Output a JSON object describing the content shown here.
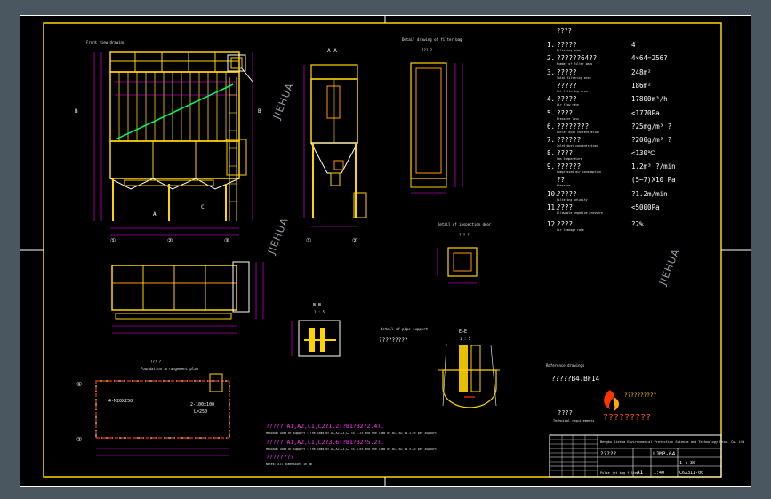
{
  "watermark": "JIEHUA",
  "views": {
    "front_title": "Front view drawing",
    "section_aa": "A—A",
    "detail_top_title": "Detail drawing of filter bag",
    "detail_top_sub": "??? ?",
    "detail_mid_title": "Detail of inspection door",
    "detail_mid_sub": "??? ?",
    "plan_title": "??? ?",
    "plan_sub": "Foundation arrangement plan",
    "section_bb": "B—B",
    "section_bb_sub": "1 : 5",
    "section_ee": "E—E",
    "section_ee_sub": "1 : 5",
    "pipe_label": "?????????",
    "pipe_note": "detail of pipe support",
    "axis_marks": [
      "①",
      "②",
      "③"
    ],
    "section_letters": [
      "B",
      "B",
      "C",
      "A"
    ],
    "foundation_labels": [
      "4-M20X250",
      "2-100x100",
      "L=250"
    ]
  },
  "specs": {
    "heading": "????",
    "items": [
      {
        "num": "1.",
        "name": "?????",
        "sub": "Filtering area",
        "value": "4"
      },
      {
        "num": "2.",
        "name": "??????64??",
        "sub": "Number of filter bags",
        "value": "4×64=256?"
      },
      {
        "num": "3.",
        "name": "?????",
        "sub": "Total filtering area",
        "value": "248m²"
      },
      {
        "num": "",
        "name": "?????",
        "sub": "Net filtering area",
        "value": "186m²"
      },
      {
        "num": "4.",
        "name": "?????",
        "sub": "Air flow rate",
        "value": "17800m³/h"
      },
      {
        "num": "5.",
        "name": "????",
        "sub": "Pressure loss",
        "value": "<1770Pa"
      },
      {
        "num": "6.",
        "name": "????????",
        "sub": "Outlet dust concentration",
        "value": "?25mg/m³ ?"
      },
      {
        "num": "7.",
        "name": "??????",
        "sub": "Inlet dust concentration",
        "value": "?200g/m³ ?"
      },
      {
        "num": "8.",
        "name": "????",
        "sub": "Gas temperature",
        "value": "<130℃"
      },
      {
        "num": "9.",
        "name": "??????",
        "sub": "Compressed air consumption",
        "value": "1.2m³ ?/min"
      },
      {
        "num": "",
        "name": "??",
        "sub": "Pressure",
        "value": "(5~7)X10  Pa"
      },
      {
        "num": "10.",
        "name": "?????",
        "sub": "Filtering velocity",
        "value": "?1.2m/min"
      },
      {
        "num": "11.",
        "name": "????",
        "sub": "Allowable negative pressure",
        "value": "<5000Pa"
      },
      {
        "num": "12.",
        "name": "????",
        "sub": "Air leakage rate",
        "value": "?2%"
      }
    ]
  },
  "references": {
    "heading": "Reference drawings",
    "ref": "?????B4.BF14"
  },
  "notes": {
    "line1": "????? A1,A2,C1,C2?1.2T?B1?B2?2.4T.",
    "line1_sub": "Maximum load of support : The load of A1,A2,C1,C2 is 1.2t and the load of B1, B2 is 2.4t per support",
    "line2": "????? A1,A2,C1,C2?3.6T?B1?B2?5.2T.",
    "line2_sub": "Maximum load of support : The load of A1,A2,C1,C2 is 3.6t and the load of B1, B2 is 5.2t per support",
    "line3": "????????",
    "line3_sub": "Notes: All dimensions in mm"
  },
  "stamp": {
    "company_cn": "??????????",
    "company_red": "?????????",
    "tech": "????",
    "tech_sub": "Technical requirements"
  },
  "title_block": {
    "company": "Bengbu Jiehua Environmental Protection Science and Technology Prod. Co. Ltd",
    "drawing_no": "LJMP-64",
    "project": "?????",
    "scale": "1 : 30",
    "sheet": "A1",
    "ver": "1:40",
    "code": "C62311-00",
    "name_label": "Pulse jet bag filter"
  },
  "colors": {
    "outer_frame": "#4a5660",
    "sheet": "#000000",
    "border": "#ffffff",
    "inner_border": "#ffd400",
    "steel": "#ffd400",
    "dimension": "#ff00ff",
    "bag": "#ff9900",
    "air_pipe": "#00ff66",
    "stamp_red": "#ff3300"
  }
}
